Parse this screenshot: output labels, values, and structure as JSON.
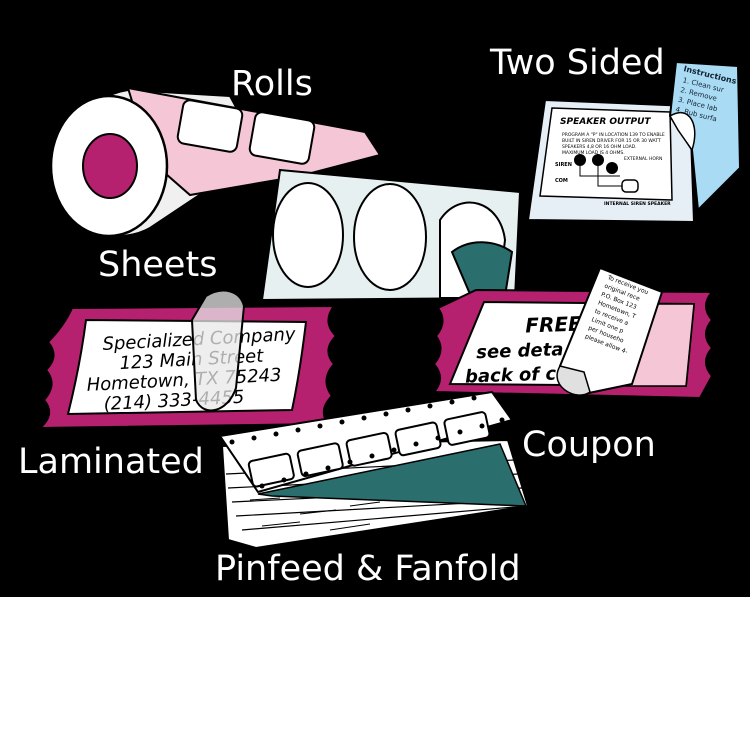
{
  "captions": {
    "rolls": "Rolls",
    "two_sided": "Two Sided",
    "sheets": "Sheets",
    "laminated": "Laminated",
    "coupon": "Coupon",
    "pinfeed": "Pinfeed & Fanfold"
  },
  "two_sided_label": {
    "heading": "SPEAKER OUTPUT",
    "body": [
      "PROGRAM A \"P\" IN LOCATION 139 TO ENABLE",
      "BUILT IN SIREN DRIVER FOR 15 OR 30 WATT",
      "SPEAKERS 4,8 OR 16 OHM LOAD.",
      "MAXIMUM LOAD IS 4 OHMS."
    ],
    "left_terms": [
      "SIREN",
      "COM"
    ],
    "right_term": "EXTERNAL HORN",
    "footer": "INTERNAL SIREN SPEAKER",
    "instructions_title": "Instructions",
    "instructions": [
      "1. Clean sur",
      "2. Remove",
      "3. Place lab",
      "4. Rub surfa"
    ]
  },
  "laminated_label": {
    "lines": [
      "Specialized Company",
      "123 Main Street",
      "Hometown, TX  75243",
      "(214) 333-4455"
    ]
  },
  "coupon_label": {
    "lines": [
      "FREE",
      "see deta",
      "back of coup"
    ],
    "back_lines": [
      "To receive you",
      "original rece",
      "P.O. Box 123",
      "Hometown, T",
      "to receive a",
      "Limit one p",
      "per househo",
      "please allow 4-"
    ]
  },
  "colors": {
    "background": "#000000",
    "magenta": "#b5206f",
    "pink": "#f4c6d6",
    "teal": "#2a6e6e",
    "light_blue": "#a9dcf4",
    "pale_blue": "#e7f0f1"
  },
  "icons": [
    "label-roll",
    "two-sided-label",
    "label-sheet",
    "laminated-label",
    "coupon-label",
    "pinfeed-fanfold-stack"
  ]
}
